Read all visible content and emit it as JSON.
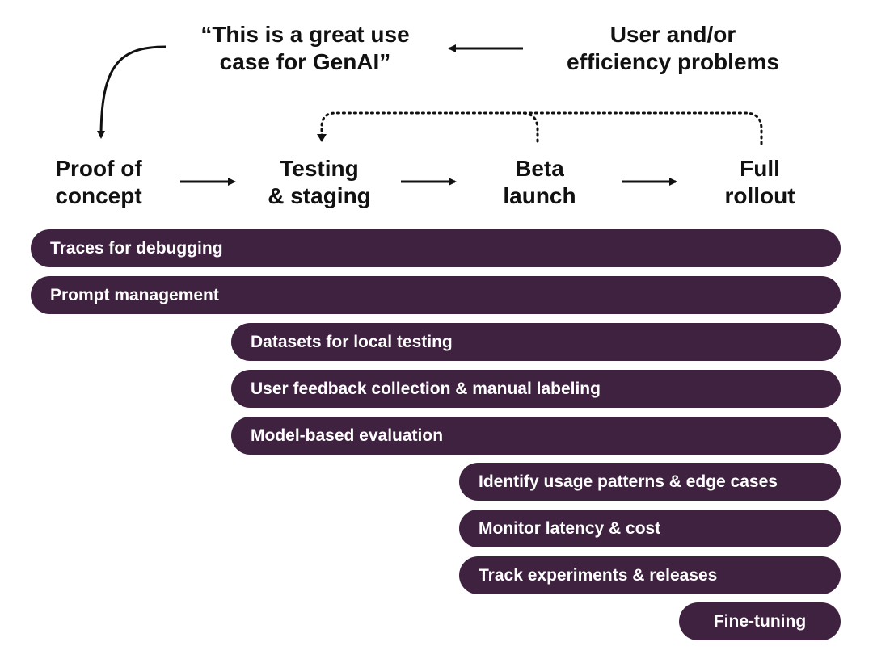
{
  "top": {
    "idea_label": "“This is a great use\ncase for GenAI”",
    "problems_label": "User and/or\nefficiency problems"
  },
  "stages": [
    {
      "label": "Proof of\nconcept"
    },
    {
      "label": "Testing\n& staging"
    },
    {
      "label": "Beta\nlaunch"
    },
    {
      "label": "Full\nrollout"
    }
  ],
  "bars": [
    {
      "label": "Traces for debugging",
      "starts_at_stage": 1
    },
    {
      "label": "Prompt management",
      "starts_at_stage": 1
    },
    {
      "label": "Datasets for local testing",
      "starts_at_stage": 2
    },
    {
      "label": "User feedback collection & manual labeling",
      "starts_at_stage": 2
    },
    {
      "label": "Model-based evaluation",
      "starts_at_stage": 2
    },
    {
      "label": "Identify usage patterns & edge cases",
      "starts_at_stage": 3
    },
    {
      "label": "Monitor latency & cost",
      "starts_at_stage": 3
    },
    {
      "label": "Track experiments & releases",
      "starts_at_stage": 3
    },
    {
      "label": "Fine-tuning",
      "starts_at_stage": 4
    }
  ],
  "colors": {
    "bar": "#3f2140",
    "bar_text": "#ffffff",
    "text": "#111111",
    "arrow": "#111111"
  },
  "icons": {
    "arrow": "arrow-right-icon",
    "feedback_loop": "dotted-loop-arrow-icon"
  }
}
